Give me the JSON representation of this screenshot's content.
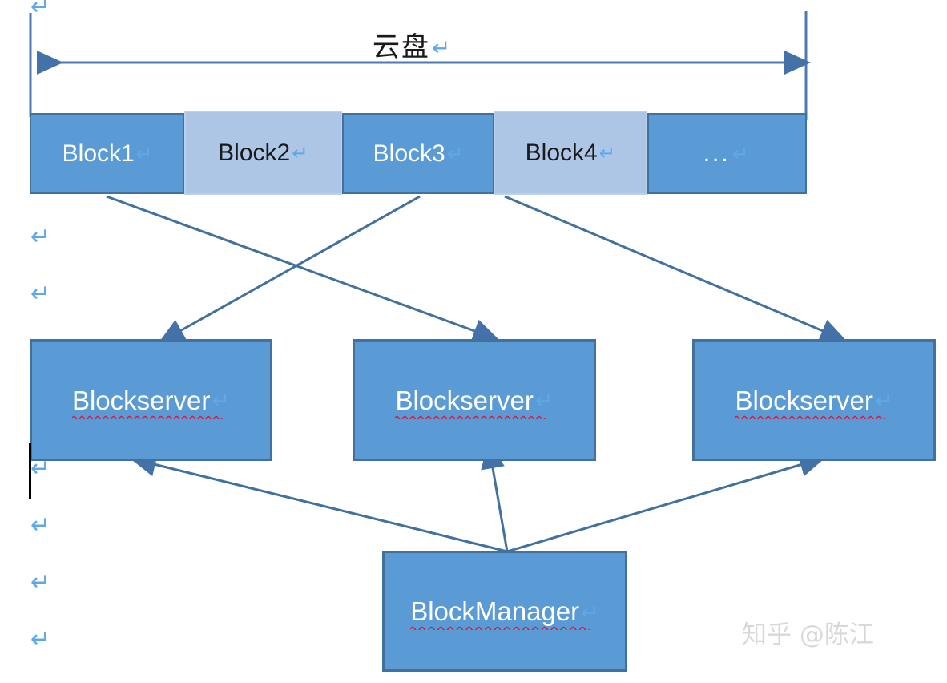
{
  "diagram": {
    "title": "云盘",
    "linebreak_glyph": "↵",
    "colors": {
      "block_dark_fill": "#5B9BD5",
      "block_dark_border": "#41719C",
      "block_light_fill": "#ADC6E5",
      "block_light_border": "#BDD0EA",
      "connector": "#41719C",
      "arrow_fill": "#4472A8",
      "linebreak_mark": "#5FA8E8",
      "spellcheck_squiggle": "#D81A3F",
      "watermark": "#D8D8D8",
      "page_background": "#FFFFFF"
    },
    "span_label": "云盘",
    "blocks": [
      {
        "label": "Block1",
        "style": "dark"
      },
      {
        "label": "Block2",
        "style": "light"
      },
      {
        "label": "Block3",
        "style": "dark"
      },
      {
        "label": "Block4",
        "style": "light"
      },
      {
        "label": "...",
        "style": "dark"
      }
    ],
    "blockservers": [
      {
        "label": "Blockserver"
      },
      {
        "label": "Blockserver"
      },
      {
        "label": "Blockserver"
      }
    ],
    "manager": {
      "label": "BlockManager"
    },
    "margin_marks": [
      {
        "glyph": "↵"
      },
      {
        "glyph": "↵"
      },
      {
        "glyph": "↵"
      },
      {
        "glyph": "↵"
      },
      {
        "glyph": "↵"
      },
      {
        "glyph": "↵"
      },
      {
        "glyph": "↵"
      }
    ]
  },
  "watermark": {
    "text": "知乎 @陈江"
  }
}
